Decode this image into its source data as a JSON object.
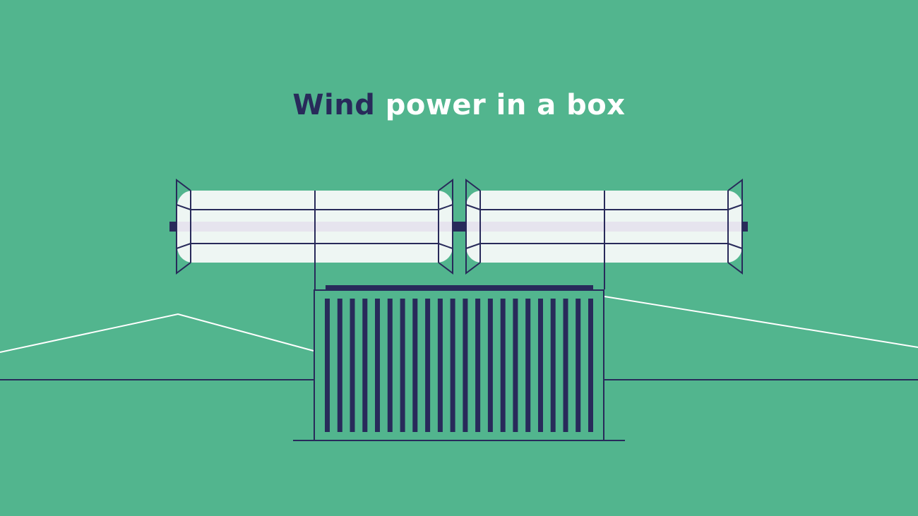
{
  "title": {
    "highlight": "Wind",
    "rest": "power in a box"
  },
  "colors": {
    "background": "#52b58e",
    "outline": "#282a5a",
    "highlight_text": "#282a5a",
    "rest_text": "#ffffff",
    "rotor_fill": "#eef6f3",
    "hill_line": "#ffffff"
  },
  "illustration": {
    "rotor_count": 2,
    "container_rib_count": 22
  }
}
